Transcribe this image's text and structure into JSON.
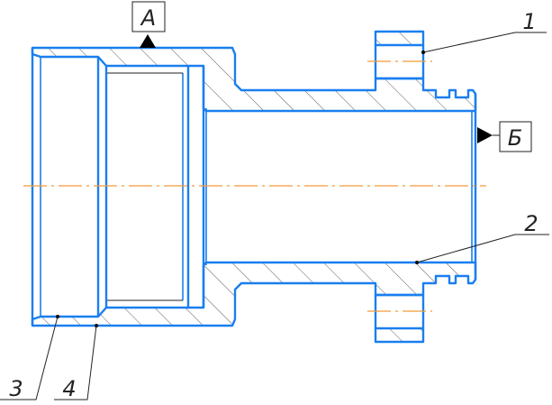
{
  "drawing": {
    "datums": [
      {
        "label": "A"
      },
      {
        "label": "Б"
      }
    ],
    "callouts": [
      {
        "label": "1"
      },
      {
        "label": "2"
      },
      {
        "label": "3"
      },
      {
        "label": "4"
      }
    ],
    "colors": {
      "outline": "#1a7ff0",
      "centerline": "#f29a3a",
      "hatch": "#333333"
    }
  }
}
